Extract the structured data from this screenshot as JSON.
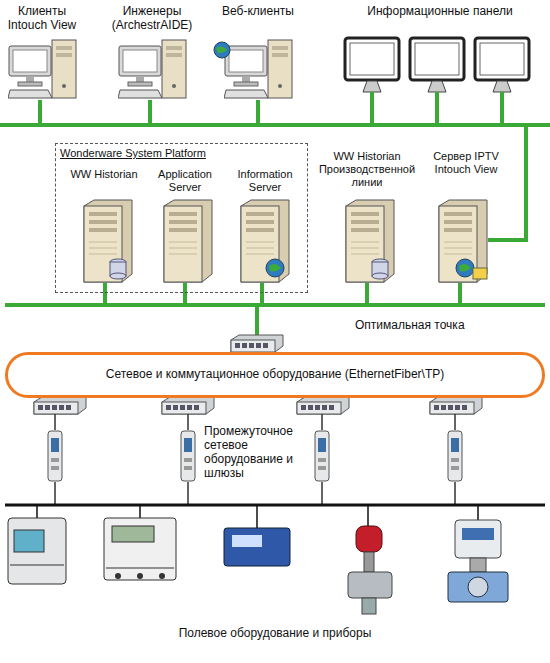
{
  "diagram": {
    "nodes": [
      {
        "text": [
          "Клиенты Intouch View"
        ]
      },
      {
        "text": [
          "Инженеры (ArchestrAIDE)"
        ]
      },
      {
        "text": [
          "Веб-клиенты"
        ]
      },
      {
        "text": [
          "Информационные панели"
        ]
      },
      {
        "text": [
          "Wonderware System Platform"
        ]
      },
      {
        "text": [
          "WW Historian"
        ],
        "in": 4
      },
      {
        "text": [
          "Application Server"
        ],
        "in": 4
      },
      {
        "text": [
          "Information Server"
        ],
        "in": 4
      },
      {
        "text": [
          "WW Historian Производственной линии"
        ]
      },
      {
        "text": [
          "Сервер IPTV Intouch View"
        ]
      },
      {
        "text": [
          "Сетевое и коммутационное оборудование (EthernetFiber\\TP)"
        ]
      }
    ],
    "labels": [
      "Оптимальная точка",
      "Промежуточное сетевое оборудование и шлюзы",
      "Полевое оборудование и приборы"
    ]
  }
}
